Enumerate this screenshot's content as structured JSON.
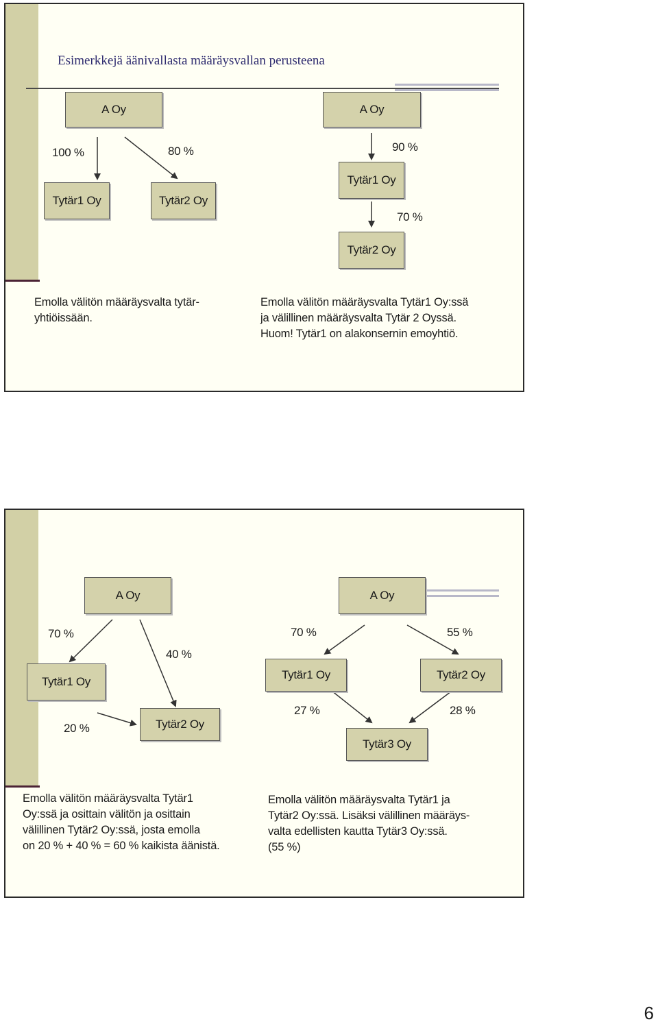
{
  "slide1": {
    "title": "Esimerkkejä äänivallasta määräysvallan perusteena",
    "left": {
      "parent": "A Oy",
      "child1": "Tytär1 Oy",
      "child2": "Tytär2 Oy",
      "pct1": "100 %",
      "pct2": "80 %",
      "note": "Emolla välitön määräysvalta tytär-\nyhtiöissään."
    },
    "right": {
      "parent": "A Oy",
      "child1": "Tytär1 Oy",
      "child2": "Tytär2 Oy",
      "pct1": "90 %",
      "pct2": "70 %",
      "note": "Emolla välitön määräysvalta Tytär1 Oy:ssä\nja välillinen määräysvalta Tytär 2 Oyssä.\nHuom! Tytär1 on alakonsernin emoyhtiö."
    }
  },
  "slide2": {
    "left": {
      "parent": "A Oy",
      "child1": "Tytär1 Oy",
      "child2": "Tytär2 Oy",
      "pct_parent_child1": "70 %",
      "pct_parent_child2": "40 %",
      "pct_child1_child2": "20 %",
      "note": "Emolla välitön määräysvalta Tytär1\nOy:ssä ja osittain välitön ja osittain\nvälillinen Tytär2 Oy:ssä, josta emolla\non 20 % + 40 % = 60 % kaikista äänistä."
    },
    "right": {
      "parent": "A Oy",
      "child1": "Tytär1 Oy",
      "child2": "Tytär2 Oy",
      "child3": "Tytär3 Oy",
      "pct_parent_child1": "70 %",
      "pct_parent_child2": "55 %",
      "pct_child1_child3": "27 %",
      "pct_child2_child3": "28 %",
      "note": "Emolla välitön määräysvalta Tytär1 ja\nTytär2 Oy:ssä. Lisäksi välillinen määräys-\nvalta edellisten kautta Tytär3 Oy:ssä.\n(55 %)"
    }
  },
  "page_number": "6"
}
